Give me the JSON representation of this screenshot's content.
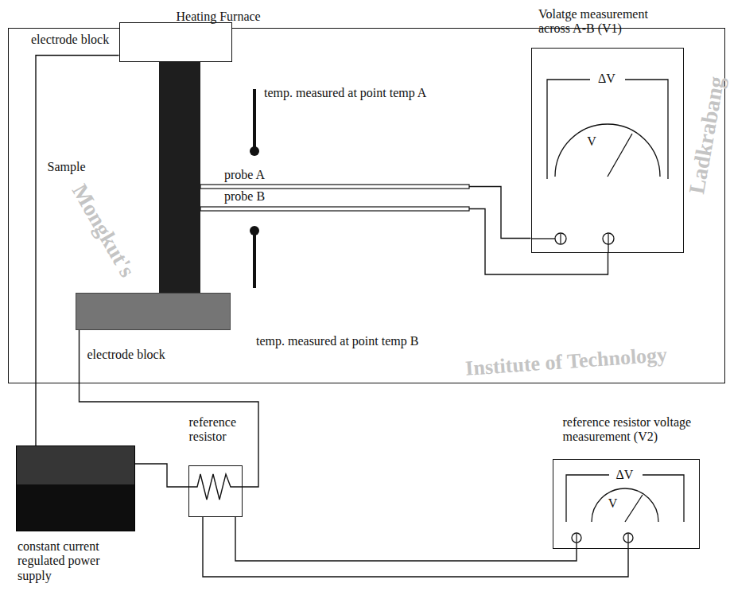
{
  "diagram": {
    "nodes": [
      {
        "text": [
          "Heating Furnace"
        ]
      },
      {
        "text": [
          "electrode block"
        ],
        "in": 0
      },
      {
        "text": [
          "Sample"
        ],
        "in": 0
      },
      {
        "text": [
          "Volatge measurement across A-B (V1)",
          "ΔV",
          "V"
        ],
        "in": 0
      },
      {
        "text": [
          "electrode block"
        ],
        "in": 0
      },
      {
        "text": [
          "constant current regulated power supply"
        ]
      },
      {
        "text": [
          "reference resistor"
        ]
      },
      {
        "text": [
          "reference resistor voltage measurement (V2)",
          "ΔV",
          "V"
        ]
      }
    ],
    "edges": [
      {
        "from": 1,
        "to": 5,
        "arrow": "none"
      },
      {
        "from": 5,
        "to": 6,
        "arrow": "none"
      },
      {
        "from": 6,
        "to": 4,
        "arrow": "none"
      },
      {
        "from": 6,
        "to": 7,
        "arrow": "none"
      },
      {
        "from": 6,
        "to": 7,
        "arrow": "none"
      },
      {
        "from": 2,
        "to": 3,
        "arrow": "none"
      },
      {
        "from": 2,
        "to": 3,
        "arrow": "none"
      }
    ],
    "labels": [
      "temp. measured at point temp A",
      "probe A",
      "probe B",
      "temp. measured at point temp B",
      "Mongkut's",
      "Institute of Technology",
      "Ladkrabang"
    ]
  }
}
